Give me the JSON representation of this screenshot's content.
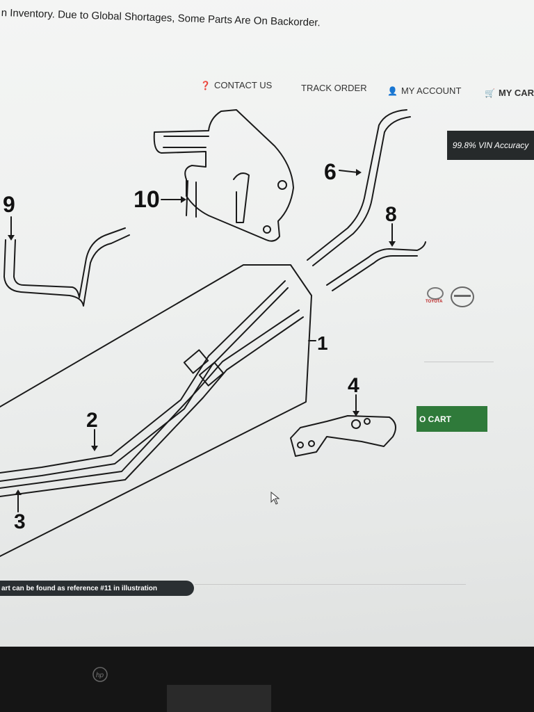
{
  "banner": {
    "text": "n Inventory. Due to Global Shortages, Some Parts Are On Backorder."
  },
  "nav": {
    "contact": "CONTACT US",
    "track": "TRACK ORDER",
    "account": "MY ACCOUNT",
    "cart": "MY CART"
  },
  "badge": {
    "vin": "99.8% VIN Accuracy"
  },
  "diagram": {
    "callouts": [
      "9",
      "10",
      "6",
      "8",
      "1",
      "2",
      "3",
      "4"
    ]
  },
  "brand": {
    "toyota_text": "TOYOTA"
  },
  "buttons": {
    "add_to_cart": "O CART"
  },
  "reference": {
    "text": "art can be found as reference #11 in illustration"
  },
  "icons": {
    "contact": "question-circle-icon",
    "account": "user-icon",
    "cart": "cart-icon"
  },
  "colors": {
    "cart_green": "#2f7a3a",
    "dark_badge": "#262a2b"
  }
}
